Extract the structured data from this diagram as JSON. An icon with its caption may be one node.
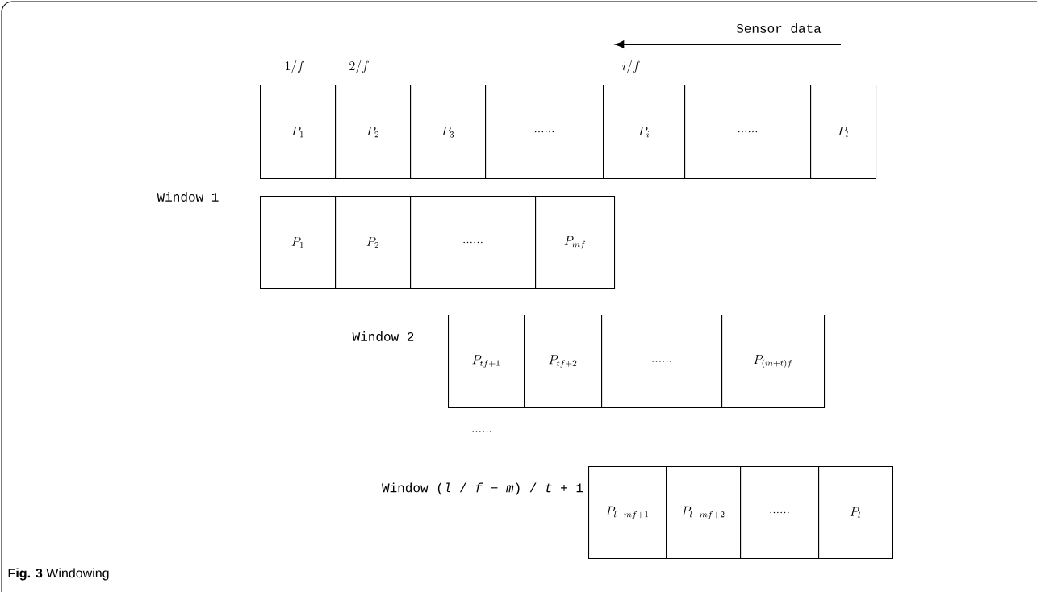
{
  "diagram": {
    "caption": "**Fig. 3** Windowing",
    "nodes": [
      {
        "text": [
          "P_{1}"
        ]
      },
      {
        "text": [
          "P_{2}"
        ]
      },
      {
        "text": [
          "P_{3}"
        ]
      },
      {
        "text": [
          "......"
        ]
      },
      {
        "text": [
          "P_{i}"
        ]
      },
      {
        "text": [
          "......"
        ]
      },
      {
        "text": [
          "P_{l}"
        ]
      },
      {
        "text": [
          "P_{1}"
        ]
      },
      {
        "text": [
          "P_{2}"
        ]
      },
      {
        "text": [
          "......"
        ]
      },
      {
        "text": [
          "P_{mf}"
        ]
      },
      {
        "text": [
          "P_{tf+1}"
        ]
      },
      {
        "text": [
          "P_{tf+2}"
        ]
      },
      {
        "text": [
          "......"
        ]
      },
      {
        "text": [
          "P_{(m+t)f}"
        ]
      },
      {
        "text": [
          "P_{l-mf+1}"
        ]
      },
      {
        "text": [
          "P_{l-mf+2}"
        ]
      },
      {
        "text": [
          "......"
        ]
      },
      {
        "text": [
          "P_{l}"
        ]
      }
    ],
    "labels": [
      "Sensor data",
      "1/f",
      "2/f",
      "i/f",
      "Window 1",
      "Window 2",
      "......",
      "Window (*l* / *f* − *m*) / *t* + 1"
    ]
  }
}
